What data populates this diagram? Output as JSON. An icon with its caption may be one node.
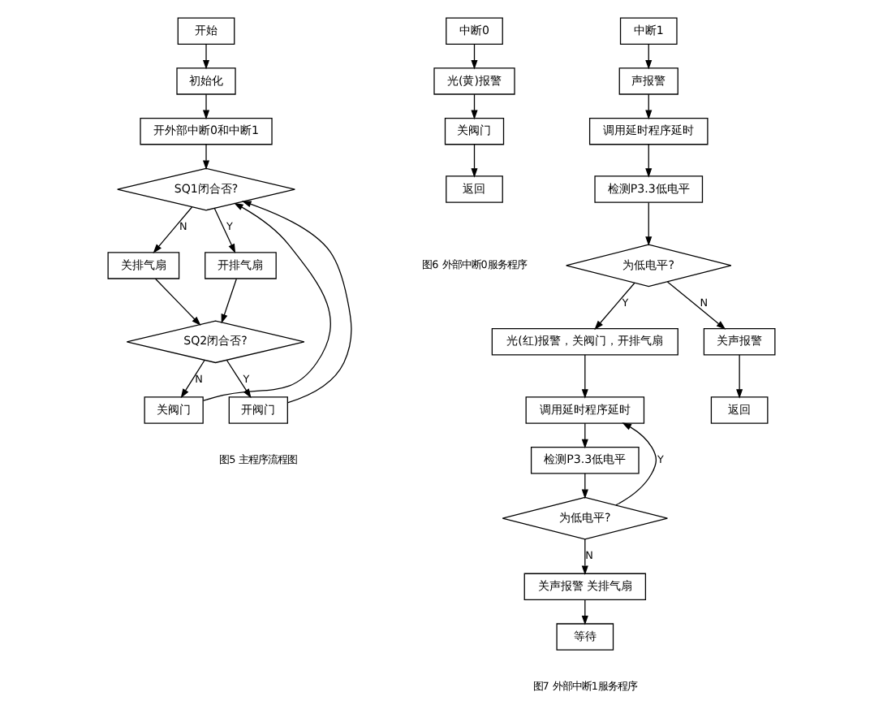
{
  "diagram": {
    "nodes": [
      {
        "text": [
          "开始"
        ]
      },
      {
        "text": [
          "初始化"
        ]
      },
      {
        "text": [
          "开外部中断0和中断1"
        ]
      },
      {
        "text": [
          "SQ1闭合否?"
        ]
      },
      {
        "text": [
          "关排气扇"
        ]
      },
      {
        "text": [
          "开排气扇"
        ]
      },
      {
        "text": [
          "SQ2闭合否?"
        ]
      },
      {
        "text": [
          "关阀门"
        ]
      },
      {
        "text": [
          "开阀门"
        ]
      },
      {
        "text": [
          "中断0"
        ]
      },
      {
        "text": [
          "光(黄)报警"
        ]
      },
      {
        "text": [
          "关阀门"
        ]
      },
      {
        "text": [
          "返回"
        ]
      },
      {
        "text": [
          "中断1"
        ]
      },
      {
        "text": [
          "声报警"
        ]
      },
      {
        "text": [
          "调用延时程序延时"
        ]
      },
      {
        "text": [
          "检测P3.3低电平"
        ]
      },
      {
        "text": [
          "为低电平?"
        ]
      },
      {
        "text": [
          "光(红)报警，关阀门，开排气扇"
        ]
      },
      {
        "text": [
          "关声报警"
        ]
      },
      {
        "text": [
          "返回"
        ]
      },
      {
        "text": [
          "调用延时程序延时"
        ]
      },
      {
        "text": [
          "检测P3.3低电平"
        ]
      },
      {
        "text": [
          "为低电平?"
        ]
      },
      {
        "text": [
          "关声报警 关排气扇"
        ]
      },
      {
        "text": [
          "等待"
        ]
      }
    ],
    "edges": [
      {
        "from": 0,
        "to": 1,
        "arrow": "to"
      },
      {
        "from": 1,
        "to": 2,
        "arrow": "to"
      },
      {
        "from": 2,
        "to": 3,
        "arrow": "to"
      },
      {
        "from": 3,
        "to": 4,
        "arrow": "to",
        "label": "N"
      },
      {
        "from": 3,
        "to": 5,
        "arrow": "to",
        "label": "Y"
      },
      {
        "from": 4,
        "to": 6,
        "arrow": "to"
      },
      {
        "from": 5,
        "to": 6,
        "arrow": "to"
      },
      {
        "from": 6,
        "to": 7,
        "arrow": "to",
        "label": "N"
      },
      {
        "from": 6,
        "to": 8,
        "arrow": "to",
        "label": "Y"
      },
      {
        "from": 7,
        "to": 3,
        "arrow": "to"
      },
      {
        "from": 8,
        "to": 3,
        "arrow": "to"
      },
      {
        "from": 9,
        "to": 10,
        "arrow": "to"
      },
      {
        "from": 10,
        "to": 11,
        "arrow": "to"
      },
      {
        "from": 11,
        "to": 12,
        "arrow": "to"
      },
      {
        "from": 13,
        "to": 14,
        "arrow": "to"
      },
      {
        "from": 14,
        "to": 15,
        "arrow": "to"
      },
      {
        "from": 15,
        "to": 16,
        "arrow": "to"
      },
      {
        "from": 16,
        "to": 17,
        "arrow": "to"
      },
      {
        "from": 17,
        "to": 18,
        "arrow": "to",
        "label": "Y"
      },
      {
        "from": 17,
        "to": 19,
        "arrow": "to",
        "label": "N"
      },
      {
        "from": 19,
        "to": 20,
        "arrow": "to"
      },
      {
        "from": 18,
        "to": 21,
        "arrow": "to"
      },
      {
        "from": 21,
        "to": 22,
        "arrow": "to"
      },
      {
        "from": 22,
        "to": 23,
        "arrow": "to"
      },
      {
        "from": 23,
        "to": 24,
        "arrow": "to",
        "label": "N"
      },
      {
        "from": 23,
        "to": 21,
        "arrow": "to",
        "label": "Y"
      },
      {
        "from": 24,
        "to": 25,
        "arrow": "to"
      }
    ],
    "labels": [
      "图5 主程序流程图",
      "图6 外部中断0服务程序",
      "图7 外部中断1服务程序"
    ]
  }
}
